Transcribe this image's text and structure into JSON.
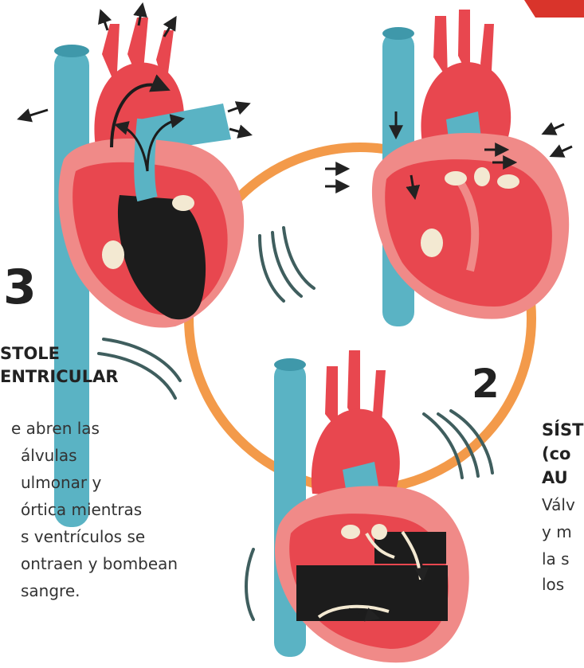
{
  "step3": {
    "number": "3",
    "heading_line1": "STOLE",
    "heading_line2": "ENTRICULAR",
    "body": [
      "e abren las",
      "álvulas",
      "ulmonar y",
      "órtica mientras",
      "s ventrículos se",
      "ontraen y bombean",
      "sangre."
    ]
  },
  "step2": {
    "number": "2",
    "heading_line1": "SÍST",
    "heading_line2": "(co",
    "heading_line3": "AU",
    "body": [
      "Válv",
      "y m",
      "la s",
      "los"
    ]
  },
  "colors": {
    "heart_red": "#e8474f",
    "heart_light": "#f08a88",
    "vein_blue": "#5ab3c4",
    "cycle_orange": "#f39a4a",
    "vibration_gray": "#3f5e5e",
    "corner_accent": "#d9342b"
  }
}
